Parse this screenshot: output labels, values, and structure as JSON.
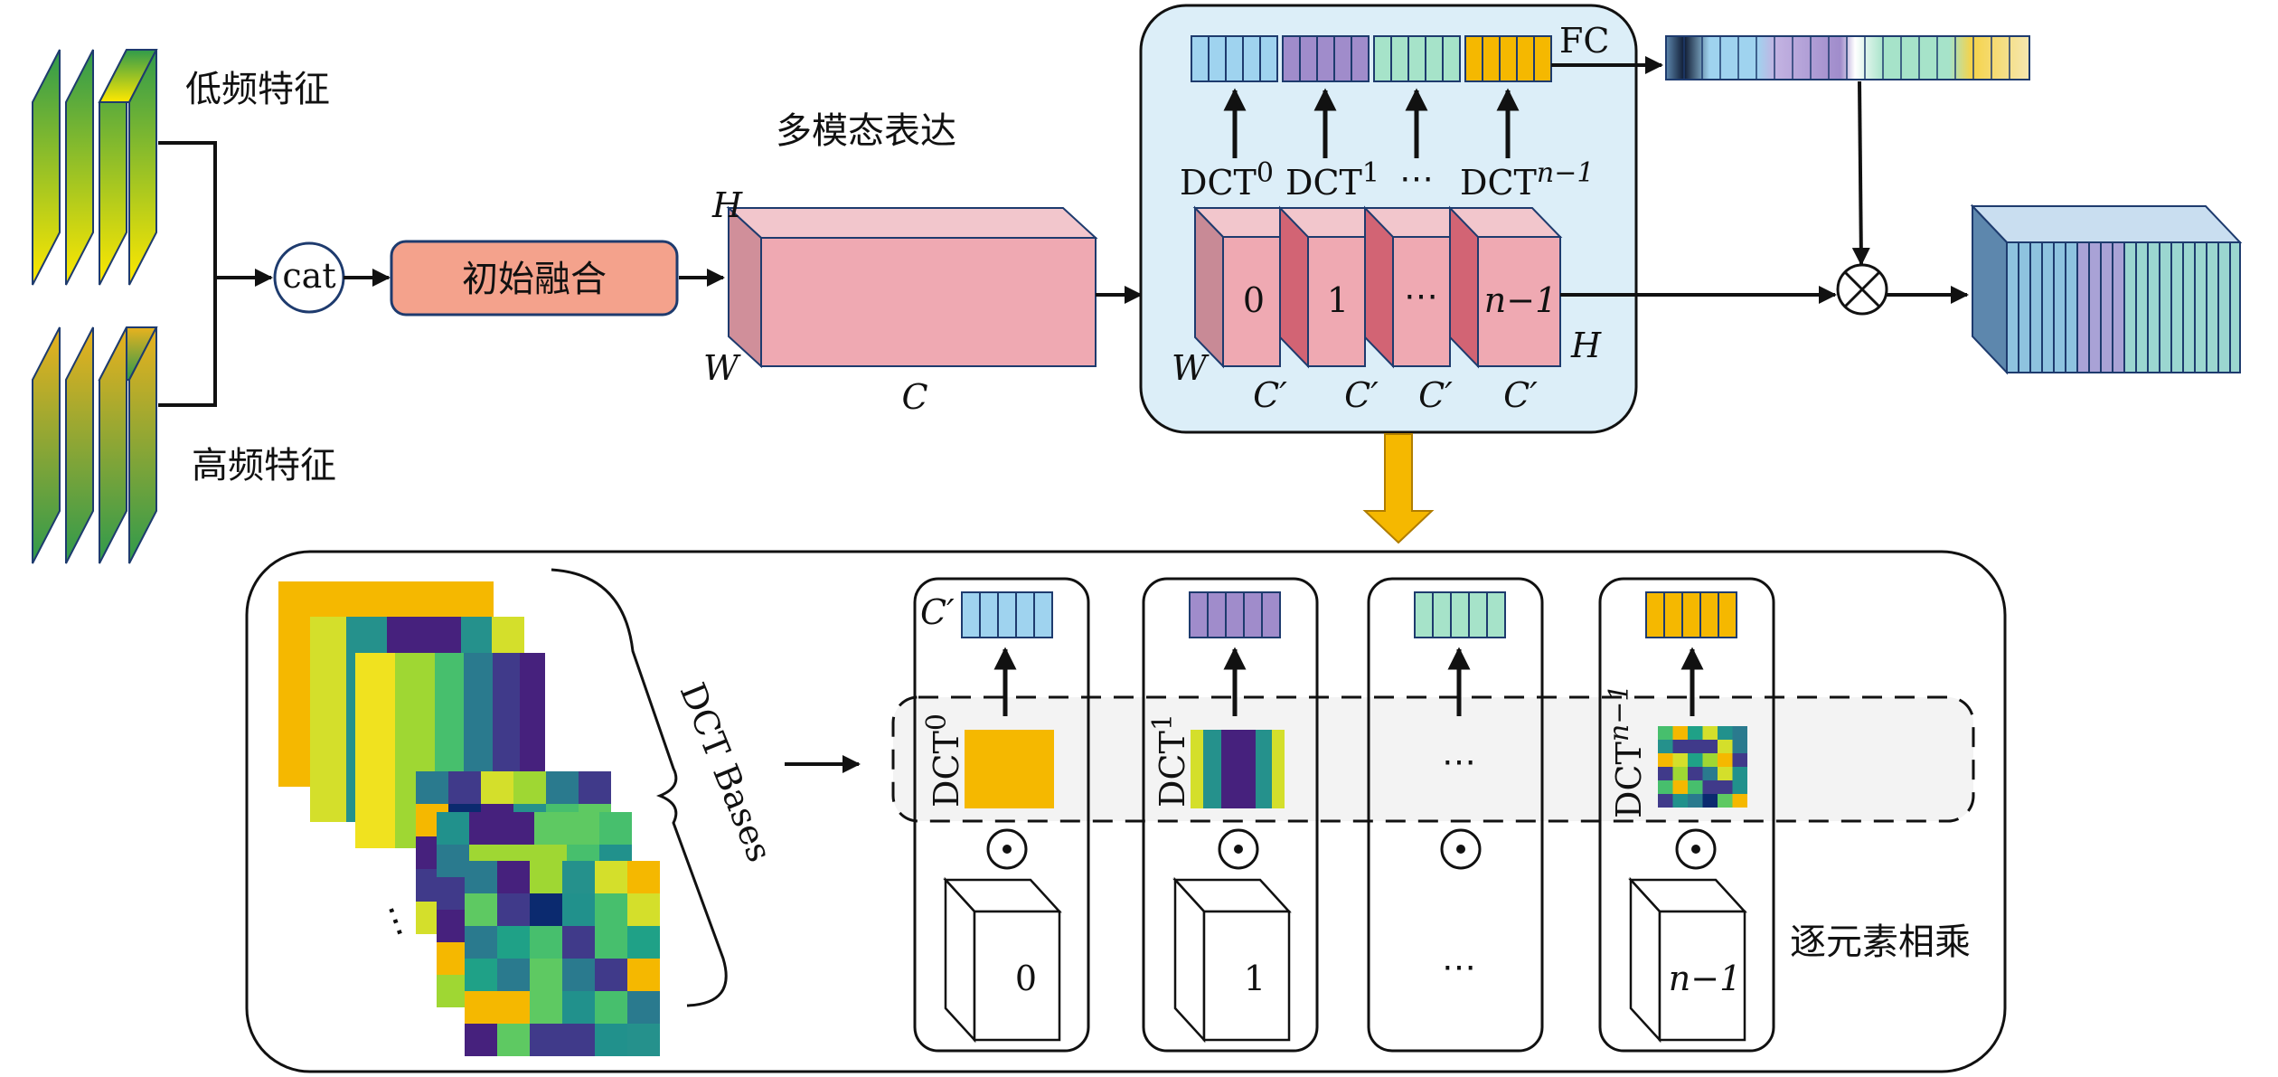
{
  "labels": {
    "low_freq": "低频特征",
    "high_freq": "高频特征",
    "cat": "cat",
    "init_fusion": "初始融合",
    "multimodal": "多模态表达",
    "H": "H",
    "W": "W",
    "C": "C",
    "C_prime": "C′",
    "FC": "FC",
    "dct0": "DCT",
    "dct0_sup": "0",
    "dct1": "DCT",
    "dct1_sup": "1",
    "dots": "⋯",
    "dctn": "DCT",
    "dctn_sup": "n−1",
    "slice_0": "0",
    "slice_1": "1",
    "slice_dots": "⋯",
    "slice_n": "n−1",
    "dct_bases": "DCT Bases",
    "elementwise": "逐元素相乘",
    "odot": "⊙",
    "otimes": "⊗",
    "cube_0": "0",
    "cube_1": "1",
    "cube_dots": "⋯",
    "cube_n": "n−1"
  },
  "colors": {
    "blue": "#9fd3ef",
    "purple": "#a08ccb",
    "teal": "#a6e3c9",
    "gold": "#f5b800",
    "pink": "#efa9b2",
    "salmon": "#f4a28c",
    "panel": "#dceef8",
    "navy": "#0f1b33"
  },
  "icons": {
    "cat": "circle-node",
    "multiply": "circled-times-icon",
    "hadamard": "circled-dot-icon",
    "down_arrow": "orange-down-arrow-icon"
  }
}
